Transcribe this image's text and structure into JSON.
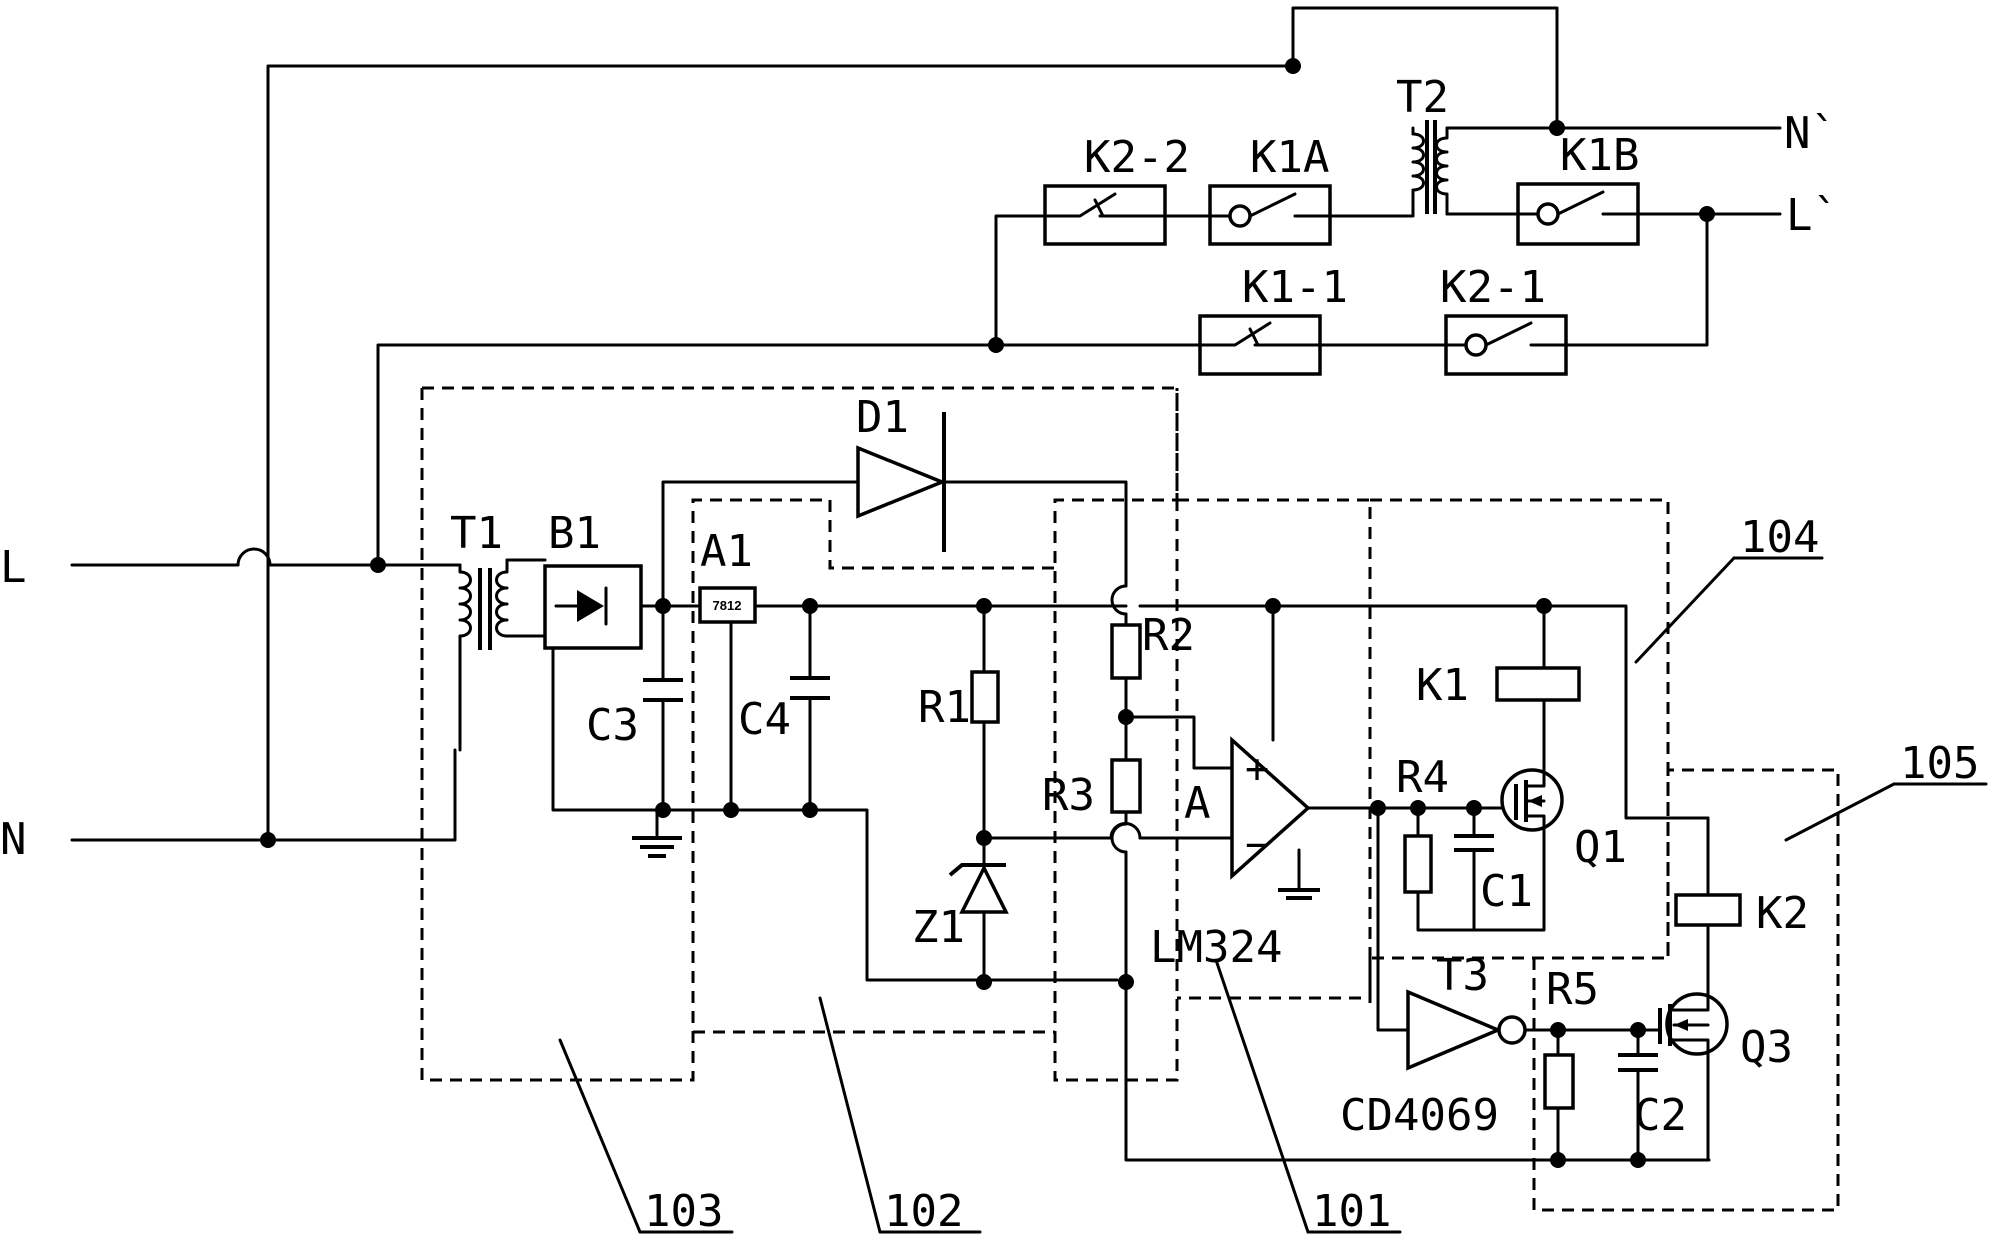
{
  "diagram": {
    "terminals": {
      "line_in": "L",
      "neutral_in": "N",
      "line_out": "L`",
      "neutral_out": "N`"
    },
    "components": {
      "t1": "T1",
      "b1": "B1",
      "a1": "A1",
      "a1_part": "7812",
      "c3": "C3",
      "c4": "C4",
      "d1": "D1",
      "r1": "R1",
      "z1": "Z1",
      "r2": "R2",
      "r3": "R3",
      "node_a": "A",
      "opamp": "LM324",
      "r4": "R4",
      "c1": "C1",
      "k1": "K1",
      "q1": "Q1",
      "t3": "T3",
      "inverter": "CD4069",
      "r5": "R5",
      "c2": "C2",
      "k2": "K2",
      "q3": "Q3",
      "t2": "T2",
      "k2_2": "K2-2",
      "k1a": "K1A",
      "k1b": "K1B",
      "k1_1": "K1-1",
      "k2_1": "K2-1",
      "plus": "+",
      "minus": "−"
    },
    "blocks": [
      "101",
      "102",
      "103",
      "104",
      "105"
    ]
  }
}
